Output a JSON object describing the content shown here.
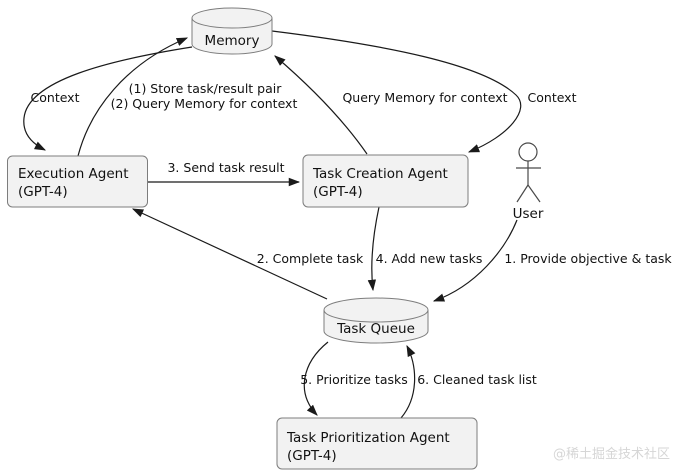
{
  "diagram": {
    "title_semantic": "Autonomous agent architecture diagram",
    "colors": {
      "background": "#ffffff",
      "node_fill": "#f2f2f2",
      "node_border": "#7d7d7d",
      "edge": "#1a1a1a",
      "text": "#111111",
      "watermark": "#d6d6d6"
    },
    "nodes": {
      "memory": {
        "type": "cylinder",
        "label": "Memory"
      },
      "execution_agent": {
        "type": "box",
        "label": "Execution Agent",
        "sublabel": "(GPT-4)"
      },
      "task_creation_agent": {
        "type": "box",
        "label": "Task Creation Agent",
        "sublabel": "(GPT-4)"
      },
      "task_prioritization_agent": {
        "type": "box",
        "label": "Task Prioritization Agent",
        "sublabel": "(GPT-4)"
      },
      "task_queue": {
        "type": "cylinder",
        "label": "Task Queue"
      },
      "user": {
        "type": "actor",
        "label": "User"
      }
    },
    "edges": {
      "context_left": {
        "from": "memory",
        "to": "execution_agent",
        "label": "Context"
      },
      "store_and_query": {
        "from": "execution_agent",
        "to": "memory",
        "label_line1": "(1) Store task/result pair",
        "label_line2": "(2) Query Memory for context"
      },
      "query_memory": {
        "from": "task_creation_agent",
        "to": "memory",
        "label": "Query Memory for context"
      },
      "context_right": {
        "from": "memory",
        "to": "task_creation_agent",
        "label": "Context"
      },
      "send_task_result": {
        "from": "execution_agent",
        "to": "task_creation_agent",
        "label": "3. Send task result"
      },
      "complete_task": {
        "from": "task_queue",
        "to": "execution_agent",
        "label": "2. Complete task"
      },
      "add_new_tasks": {
        "from": "task_creation_agent",
        "to": "task_queue",
        "label": "4. Add new tasks"
      },
      "provide_objective": {
        "from": "user",
        "to": "task_queue",
        "label": "1. Provide objective & task"
      },
      "prioritize_tasks": {
        "from": "task_queue",
        "to": "task_prioritization_agent",
        "label": "5. Prioritize tasks"
      },
      "cleaned_task_list": {
        "from": "task_prioritization_agent",
        "to": "task_queue",
        "label": "6. Cleaned task list"
      }
    },
    "watermark": "@稀土掘金技术社区"
  }
}
